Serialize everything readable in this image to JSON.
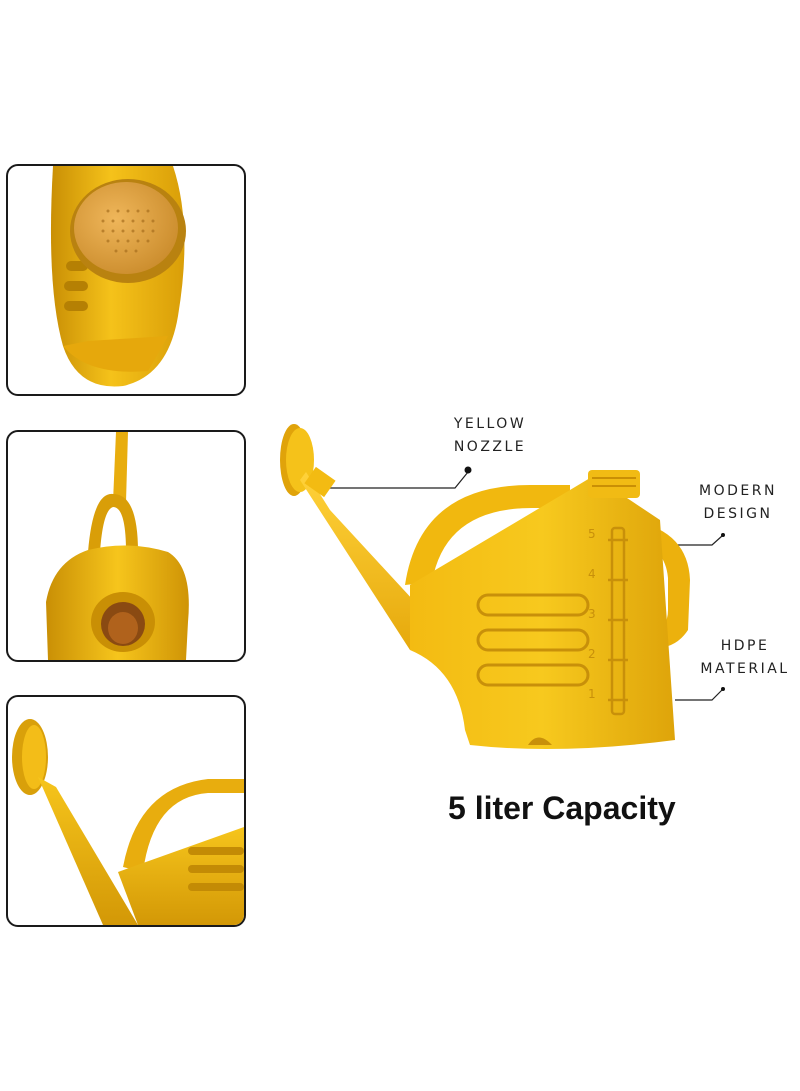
{
  "callouts": {
    "nozzle": [
      "YELLOW",
      "NOZZLE"
    ],
    "design": [
      "MODERN",
      "DESIGN"
    ],
    "material": [
      "HDPE",
      "MATERIAL"
    ]
  },
  "capacity": "5 liter Capacity",
  "gauge_marks": [
    "5",
    "4",
    "3",
    "2",
    "1"
  ],
  "colors": {
    "can_yellow": "#f2b90f",
    "can_shadow": "#c98f05",
    "can_highlight": "#ffd84a",
    "nozzle_face": "#e3a23a"
  }
}
